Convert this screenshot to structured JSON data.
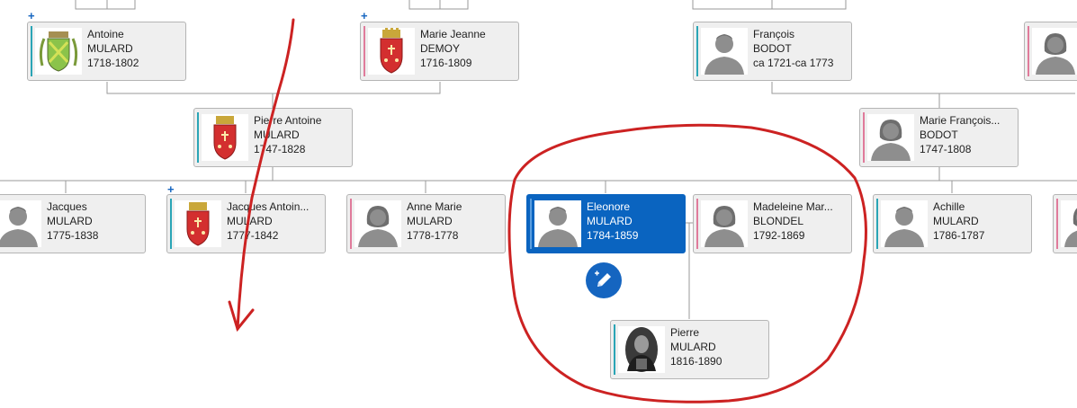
{
  "people": [
    {
      "id": "antoine",
      "first": "Antoine",
      "last": "MULARD",
      "dates": "1718-1802",
      "gender": "m",
      "photo": "coat-of-arms-green-icon"
    },
    {
      "id": "marie-jeanne",
      "first": "Marie Jeanne",
      "last": "DEMOY",
      "dates": "1716-1809",
      "gender": "f",
      "photo": "coat-of-arms-red-icon"
    },
    {
      "id": "francois",
      "first": "François",
      "last": "BODOT",
      "dates": "ca 1721-ca 1773",
      "gender": "m",
      "photo": "male-silhouette-icon"
    },
    {
      "id": "partial-female",
      "first": "",
      "last": "",
      "dates": "",
      "gender": "f",
      "photo": "female-silhouette-icon"
    },
    {
      "id": "pierre-antoine",
      "first": "Pierre Antoine",
      "last": "MULARD",
      "dates": "1747-1828",
      "gender": "m",
      "photo": "coat-of-arms-red-icon"
    },
    {
      "id": "marie-francois",
      "first": "Marie François...",
      "last": "BODOT",
      "dates": "1747-1808",
      "gender": "f",
      "photo": "female-silhouette-icon"
    },
    {
      "id": "jacques",
      "first": "Jacques",
      "last": "MULARD",
      "dates": "1775-1838",
      "gender": "m",
      "photo": "male-silhouette-icon"
    },
    {
      "id": "jacques-antoine",
      "first": "Jacques Antoin...",
      "last": "MULARD",
      "dates": "1777-1842",
      "gender": "m",
      "photo": "coat-of-arms-red-icon"
    },
    {
      "id": "anne-marie",
      "first": "Anne Marie",
      "last": "MULARD",
      "dates": "1778-1778",
      "gender": "f",
      "photo": "female-silhouette-icon"
    },
    {
      "id": "eleonore",
      "first": "Eleonore",
      "last": "MULARD",
      "dates": "1784-1859",
      "gender": "m",
      "photo": "male-silhouette-icon",
      "selected": true
    },
    {
      "id": "madeleine",
      "first": "Madeleine Mar...",
      "last": "BLONDEL",
      "dates": "1792-1869",
      "gender": "f",
      "photo": "female-silhouette-icon"
    },
    {
      "id": "achille",
      "first": "Achille",
      "last": "MULARD",
      "dates": "1786-1787",
      "gender": "m",
      "photo": "male-silhouette-icon"
    },
    {
      "id": "partial-right",
      "first": "",
      "last": "",
      "dates": "",
      "gender": "f",
      "photo": "female-silhouette-icon"
    },
    {
      "id": "pierre",
      "first": "Pierre",
      "last": "MULARD",
      "dates": "1816-1890",
      "gender": "m",
      "photo": "portrait-photo-icon"
    }
  ],
  "expand_marker": "+",
  "edit_button": {
    "icon": "edit-pencil-icon",
    "color": "#1565c0"
  },
  "colors": {
    "male": "#2aa5b6",
    "female": "#e07b9b",
    "selected": "#0a64c0",
    "annotation": "#cc2222",
    "line": "#9a9a9a"
  }
}
